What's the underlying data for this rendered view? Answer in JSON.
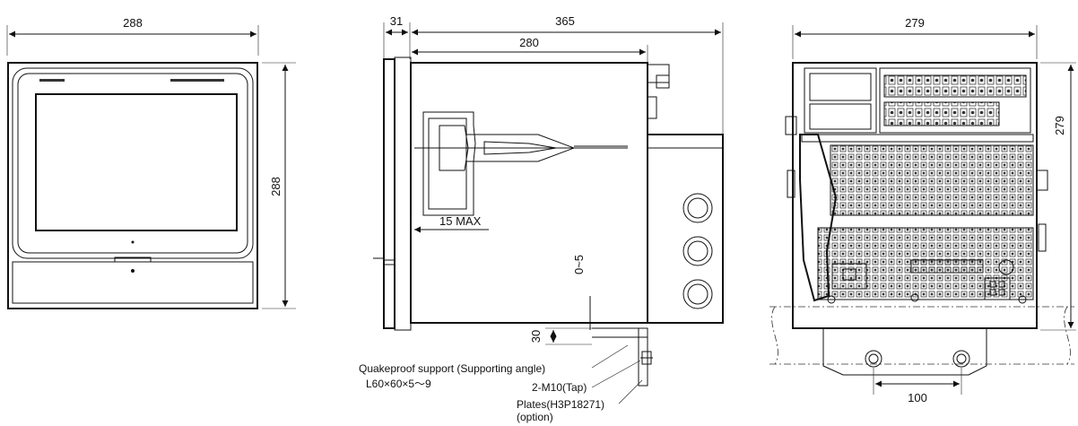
{
  "front_view": {
    "width_label": "288",
    "height_label": "288"
  },
  "side_view": {
    "depth_total_label": "365",
    "bezel_label": "31",
    "body_label": "280",
    "panel_label": "15 MAX",
    "gap_label": "0~5",
    "angle_height_label": "30",
    "support_note_line1": "Quakeproof  support  (Supporting angle)",
    "support_note_line2": "L60×60×5～9",
    "bolt_note": "2-M10(Tap)",
    "plates_note_line1": "Plates(H3P18271)",
    "plates_note_line2": "(option)"
  },
  "rear_view": {
    "width_label": "279",
    "height_label": "279",
    "bolt_pitch_label": "100"
  }
}
